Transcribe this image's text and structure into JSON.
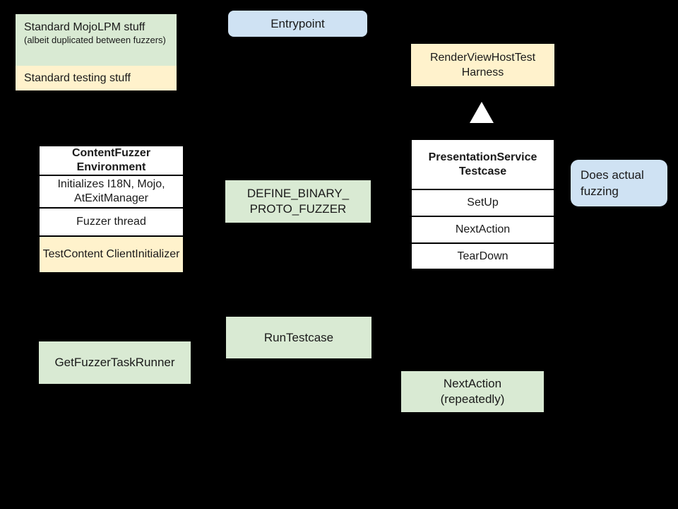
{
  "colors": {
    "background": "#000000",
    "mojolpm_green": "#d9ead3",
    "testing_yellow": "#fff2cc",
    "callout_blue": "#cfe2f3",
    "class_white": "#ffffff",
    "text": "#1a1a1a",
    "inheritance_triangle": "#ffffff"
  },
  "legend": {
    "mojolpm_label": "Standard MojoLPM stuff",
    "mojolpm_note": "(albeit duplicated between fuzzers)",
    "testing_label": "Standard testing stuff"
  },
  "icons": {
    "inheritance_arrow": "triangle-up"
  },
  "nodes": {
    "entrypoint": {
      "label": "Entrypoint"
    },
    "render_view_host_test_harness": {
      "lines": [
        "RenderViewHostTest",
        "Harness"
      ]
    },
    "content_fuzzer_environment": {
      "title_lines": [
        "ContentFuzzer",
        "Environment"
      ],
      "rows": [
        {
          "label": "Initializes I18N, Mojo, AtExitManager",
          "style": "white"
        },
        {
          "label": "Fuzzer thread",
          "style": "white"
        },
        {
          "label": "TestContent ClientInitializer",
          "style": "yellow"
        }
      ]
    },
    "define_binary_proto_fuzzer": {
      "lines": [
        "DEFINE_BINARY_",
        "PROTO_FUZZER"
      ]
    },
    "presentation_service_testcase": {
      "title_lines": [
        "PresentationService",
        "Testcase"
      ],
      "rows": [
        {
          "label": "SetUp"
        },
        {
          "label": "NextAction"
        },
        {
          "label": "TearDown"
        }
      ]
    },
    "does_actual_fuzzing": {
      "label": "Does actual fuzzing"
    },
    "run_testcase": {
      "label": "RunTestcase"
    },
    "get_fuzzer_task_runner": {
      "label": "GetFuzzerTaskRunner"
    },
    "next_action_repeatedly": {
      "lines": [
        "NextAction",
        "(repeatedly)"
      ]
    }
  }
}
